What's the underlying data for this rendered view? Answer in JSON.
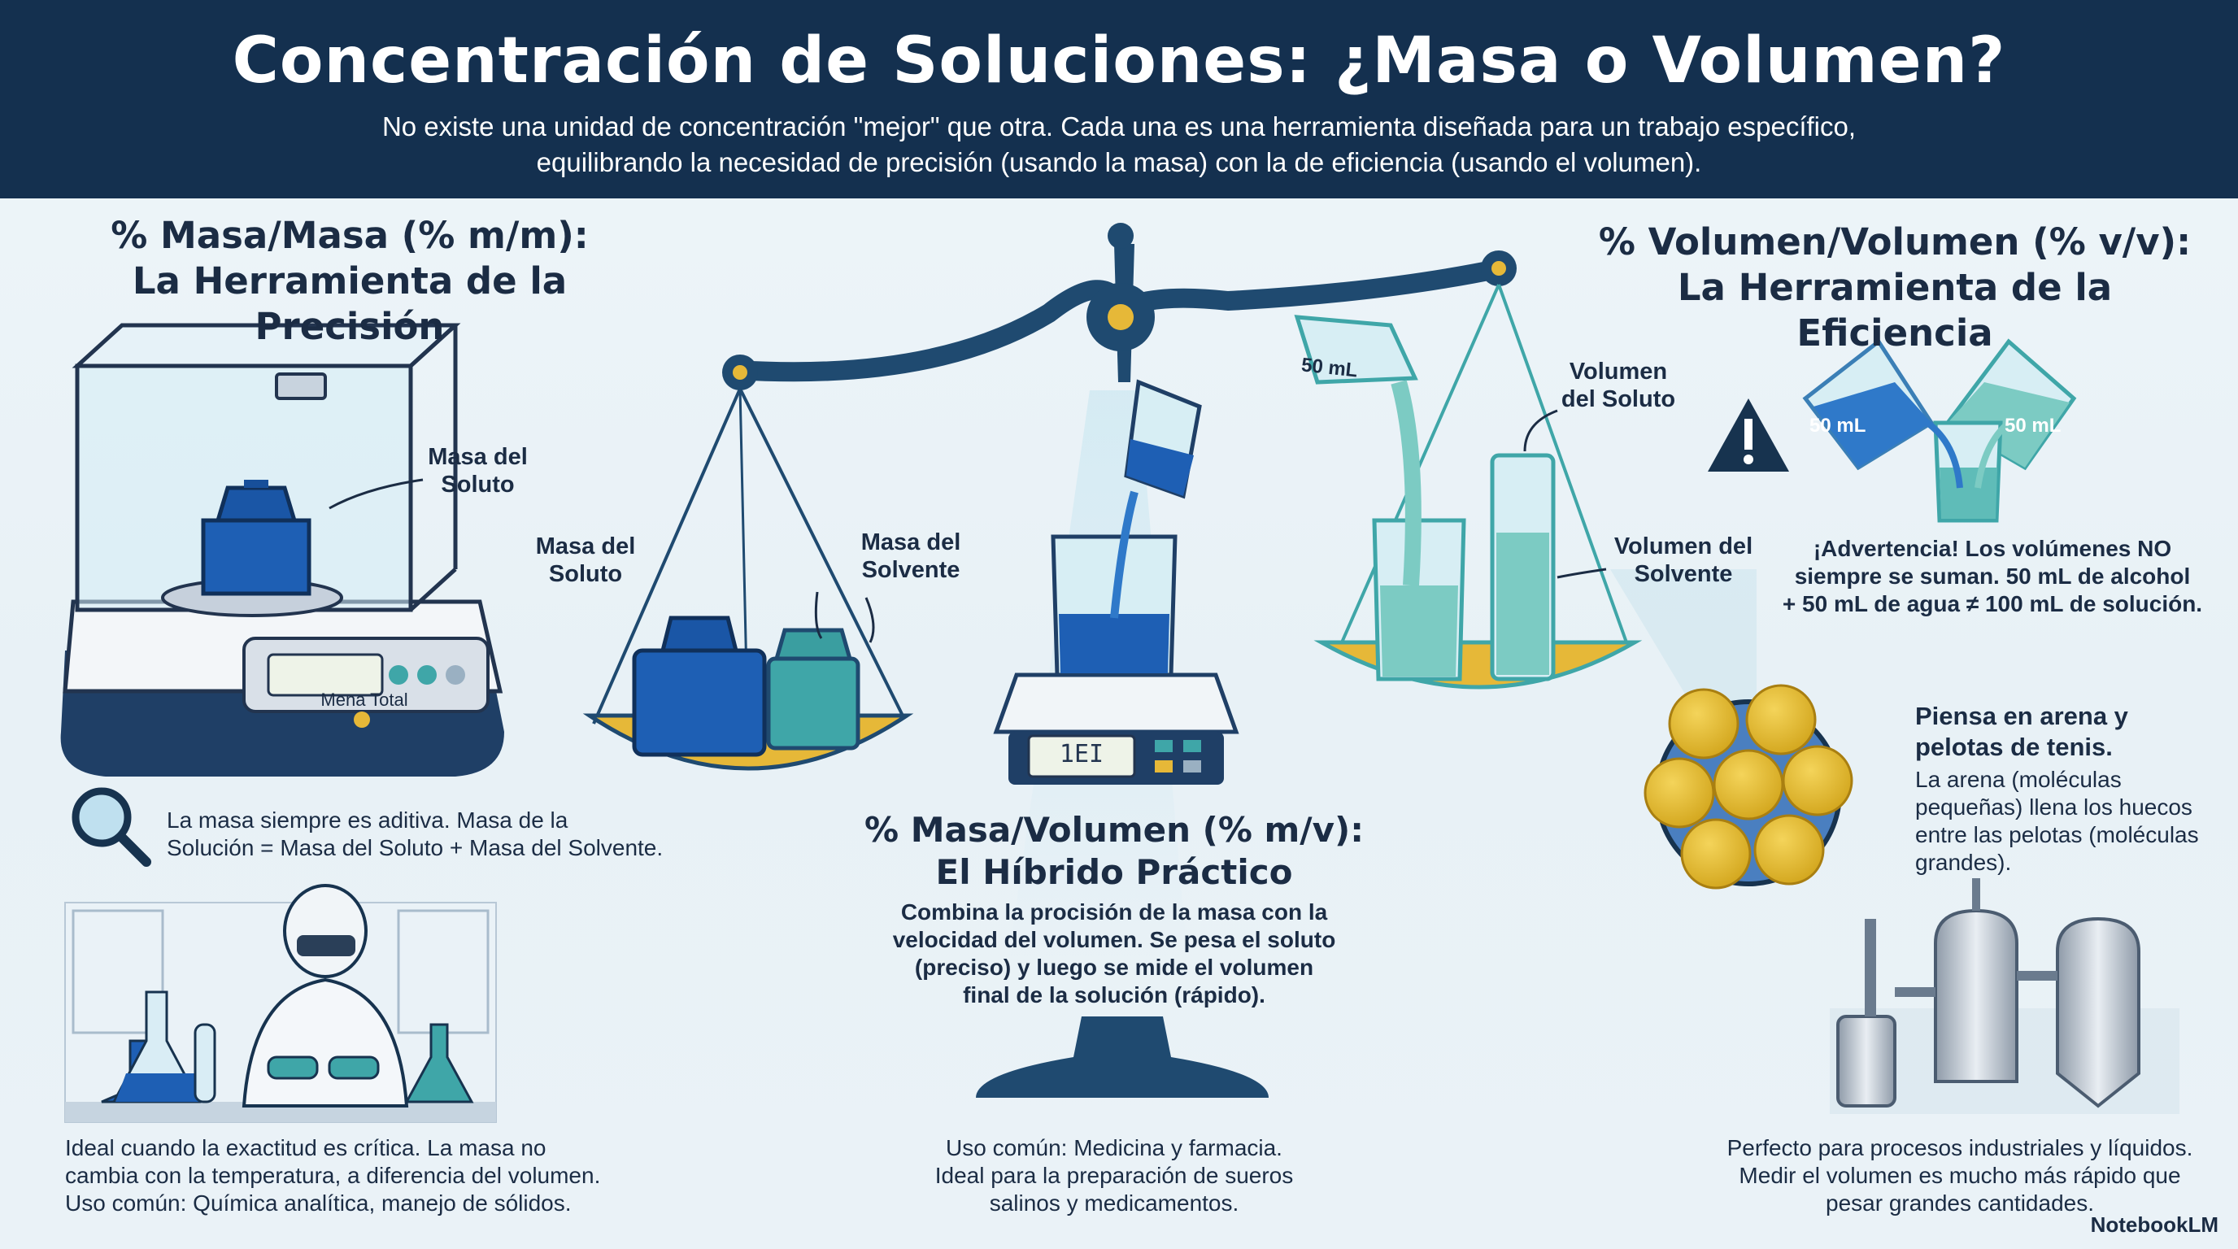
{
  "header": {
    "title": "Concentración de Soluciones: ¿Masa o Volumen?",
    "subtitle_line1": "No existe una unidad de concentración \"mejor\" que otra. Cada una es una herramienta diseñada para un trabajo específico,",
    "subtitle_line2": "equilibrando la necesidad de precisión (usando la masa) con la de eficiencia (usando el volumen)."
  },
  "mass_mass": {
    "title_line1": "% Masa/Masa (% m/m):",
    "title_line2": "La Herramienta de la Precisión",
    "balance_label_line1": "Masa del",
    "balance_label_line2": "Soluto",
    "display_text": "Mena Total",
    "additive_line1": "La masa siempre es aditiva. Masa de la",
    "additive_line2": "Solución = Masa del Soluto + Masa del Solvente.",
    "ideal_line1": "Ideal cuando la exactitud es crítica. La masa no",
    "ideal_line2": "cambia con la temperatura, a diferencia del volumen.",
    "ideal_line3": "Uso común: Química analítica, manejo de sólidos.",
    "icon": "magnifier-icon"
  },
  "scale": {
    "left_label1_line1": "Masa del",
    "left_label1_line2": "Soluto",
    "left_label2_line1": "Masa del",
    "left_label2_line2": "Solvente",
    "right_beaker_label": "50 mL",
    "right_label1_line1": "Volumen",
    "right_label1_line2": "del Soluto",
    "right_label2_line1": "Volumen del",
    "right_label2_line2": "Solvente",
    "center_display": "1EI"
  },
  "mass_volume": {
    "title_line1": "% Masa/Volumen (% m/v):",
    "title_line2": "El Híbrido Práctico",
    "desc_line1": "Combina la procisión de la masa con la",
    "desc_line2": "velocidad del volumen. Se pesa el soluto",
    "desc_line3": "(preciso) y luego se mide el volumen",
    "desc_line4": "final de la solución (rápido).",
    "use_line1": "Uso común: Medicina y farmacia.",
    "use_line2": "Ideal para la preparación de sueros",
    "use_line3": "salinos y medicamentos."
  },
  "volume_volume": {
    "title_line1": "% Volumen/Volumen (% v/v):",
    "title_line2": "La Herramienta de la Eficiencia",
    "beaker_left": "50 mL",
    "beaker_right": "50 mL",
    "warning_line1": "¡Advertencia! Los volúmenes NO",
    "warning_line2": "siempre se suman. 50 mL de alcohol",
    "warning_line3": "+ 50 mL de agua ≠ 100 mL de solución.",
    "sand_title_line1": "Piensa en arena y",
    "sand_title_line2": "pelotas de tenis.",
    "sand_line1": "La arena (moléculas",
    "sand_line2": "pequeñas) llena los huecos",
    "sand_line3": "entre las pelotas (moléculas",
    "sand_line4": "grandes).",
    "industry_line1": "Perfecto para procesos industriales y líquidos.",
    "industry_line2": "Medir el volumen es mucho más rápido que",
    "industry_line3": "pesar grandes cantidades.",
    "icon": "warning-icon"
  },
  "brand": "NotebookLM",
  "colors": {
    "header": "#14304f",
    "blue": "#1e5fb4",
    "teal": "#3fa6a8",
    "gold": "#e6b838",
    "beam": "#1f4a70"
  }
}
